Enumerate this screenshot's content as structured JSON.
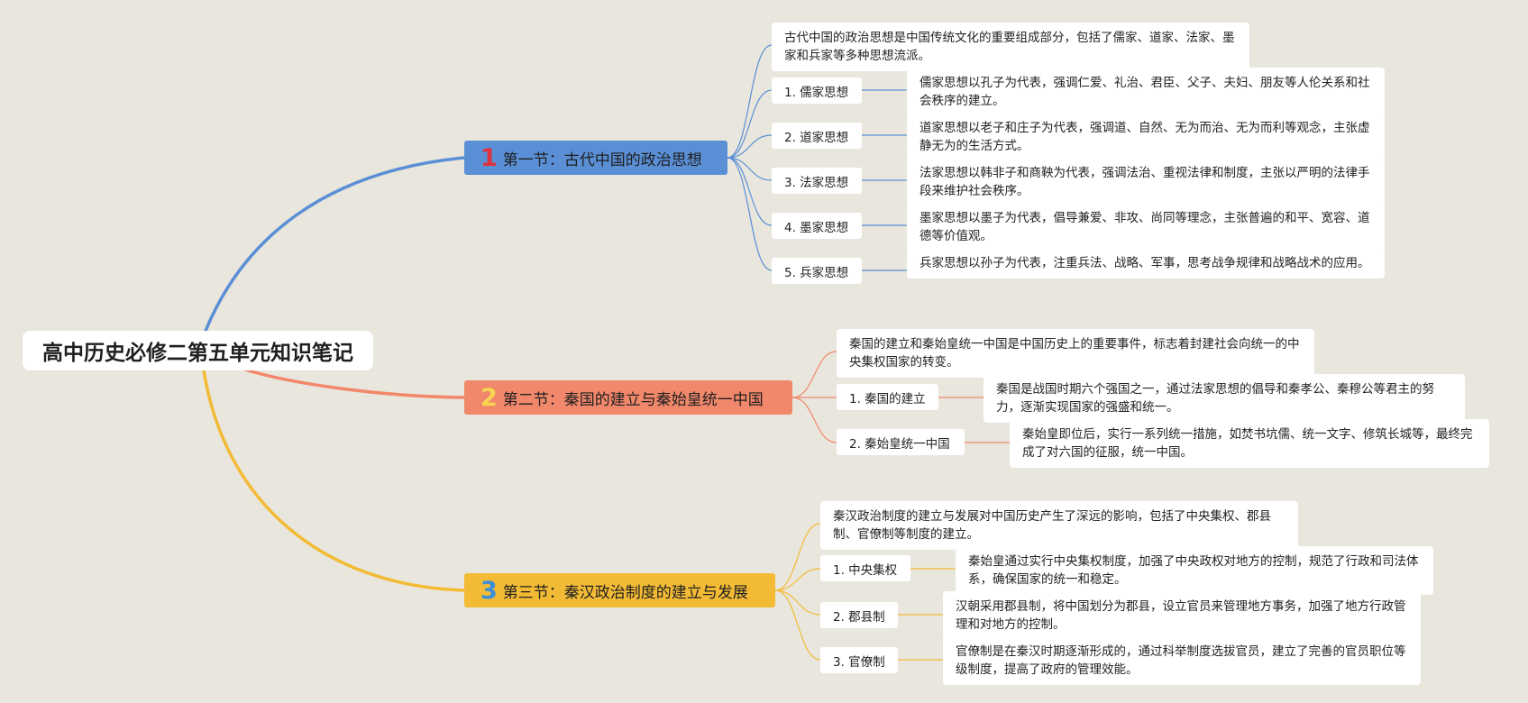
{
  "root": {
    "title": "高中历史必修二第五单元知识笔记"
  },
  "colors": {
    "blue": "#5a8fd6",
    "orange": "#f2886b",
    "yellow": "#f3bb35",
    "num1": "#e0323c",
    "num2": "#f7d452",
    "num3": "#3a8fd8"
  },
  "sections": [
    {
      "num": "1",
      "title": "第一节：古代中国的政治思想",
      "intro": "古代中国的政治思想是中国传统文化的重要组成部分，包括了儒家、道家、法家、墨家和兵家等多种思想流派。",
      "items": [
        {
          "label": "1. 儒家思想",
          "desc": "儒家思想以孔子为代表，强调仁爱、礼治、君臣、父子、夫妇、朋友等人伦关系和社会秩序的建立。"
        },
        {
          "label": "2. 道家思想",
          "desc": "道家思想以老子和庄子为代表，强调道、自然、无为而治、无为而利等观念，主张虚静无为的生活方式。"
        },
        {
          "label": "3. 法家思想",
          "desc": "法家思想以韩非子和商鞅为代表，强调法治、重视法律和制度，主张以严明的法律手段来维护社会秩序。"
        },
        {
          "label": "4. 墨家思想",
          "desc": "墨家思想以墨子为代表，倡导兼爱、非攻、尚同等理念，主张普遍的和平、宽容、道德等价值观。"
        },
        {
          "label": "5. 兵家思想",
          "desc": "兵家思想以孙子为代表，注重兵法、战略、军事，思考战争规律和战略战术的应用。"
        }
      ]
    },
    {
      "num": "2",
      "title": "第二节：秦国的建立与秦始皇统一中国",
      "intro": "秦国的建立和秦始皇统一中国是中国历史上的重要事件，标志着封建社会向统一的中央集权国家的转变。",
      "items": [
        {
          "label": "1. 秦国的建立",
          "desc": "秦国是战国时期六个强国之一，通过法家思想的倡导和秦孝公、秦穆公等君主的努力，逐渐实现国家的强盛和统一。"
        },
        {
          "label": "2. 秦始皇统一中国",
          "desc": "秦始皇即位后，实行一系列统一措施，如焚书坑儒、统一文字、修筑长城等，最终完成了对六国的征服，统一中国。"
        }
      ]
    },
    {
      "num": "3",
      "title": "第三节：秦汉政治制度的建立与发展",
      "intro": "秦汉政治制度的建立与发展对中国历史产生了深远的影响，包括了中央集权、郡县制、官僚制等制度的建立。",
      "items": [
        {
          "label": "1. 中央集权",
          "desc": "秦始皇通过实行中央集权制度，加强了中央政权对地方的控制，规范了行政和司法体系，确保国家的统一和稳定。"
        },
        {
          "label": "2. 郡县制",
          "desc": "汉朝采用郡县制，将中国划分为郡县，设立官员来管理地方事务，加强了地方行政管理和对地方的控制。"
        },
        {
          "label": "3. 官僚制",
          "desc": "官僚制是在秦汉时期逐渐形成的，通过科举制度选拔官员，建立了完善的官员职位等级制度，提高了政府的管理效能。"
        }
      ]
    }
  ]
}
